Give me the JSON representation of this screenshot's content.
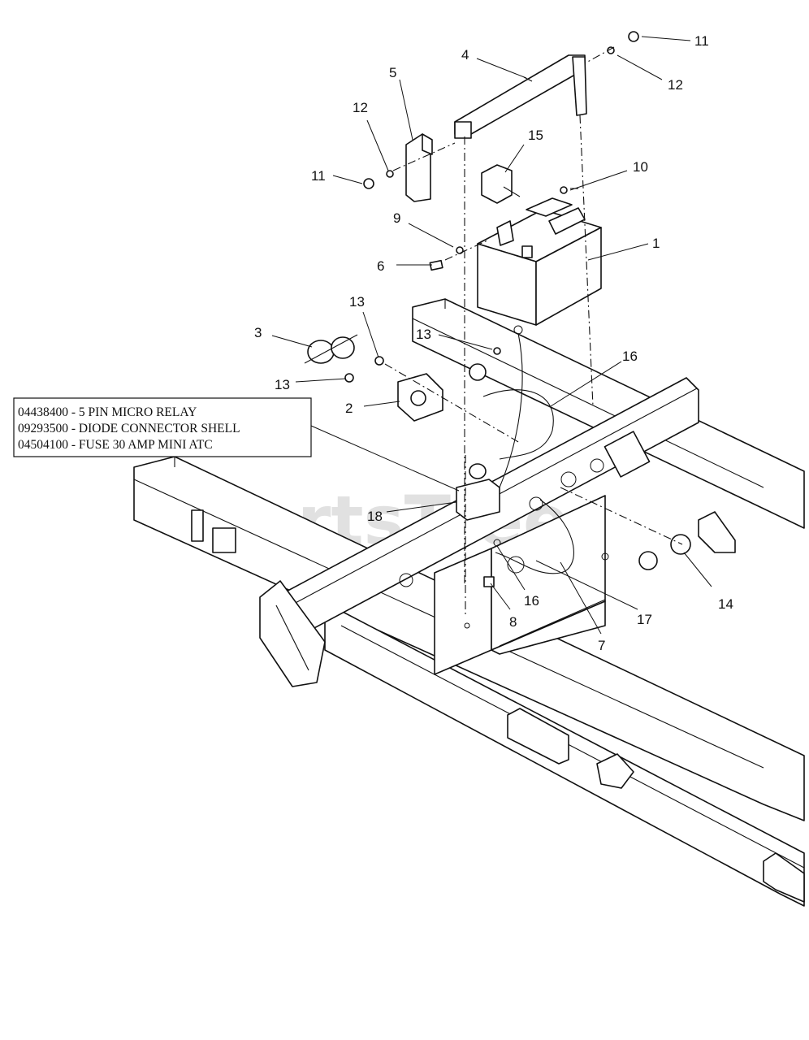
{
  "watermark": "PartsTree",
  "note_box": {
    "lines": [
      "04438400 - 5 PIN MICRO RELAY",
      "09293500 - DIODE CONNECTOR SHELL",
      "04504100 - FUSE 30 AMP MINI ATC"
    ]
  },
  "callouts": {
    "c1": "1",
    "c2": "2",
    "c3": "3",
    "c4": "4",
    "c5": "5",
    "c6": "6",
    "c7": "7",
    "c8": "8",
    "c9": "9",
    "c10": "10",
    "c11a": "11",
    "c11b": "11",
    "c12a": "12",
    "c12b": "12",
    "c13a": "13",
    "c13b": "13",
    "c13c": "13",
    "c14": "14",
    "c15": "15",
    "c16a": "16",
    "c16b": "16",
    "c17": "17",
    "c18": "18"
  }
}
